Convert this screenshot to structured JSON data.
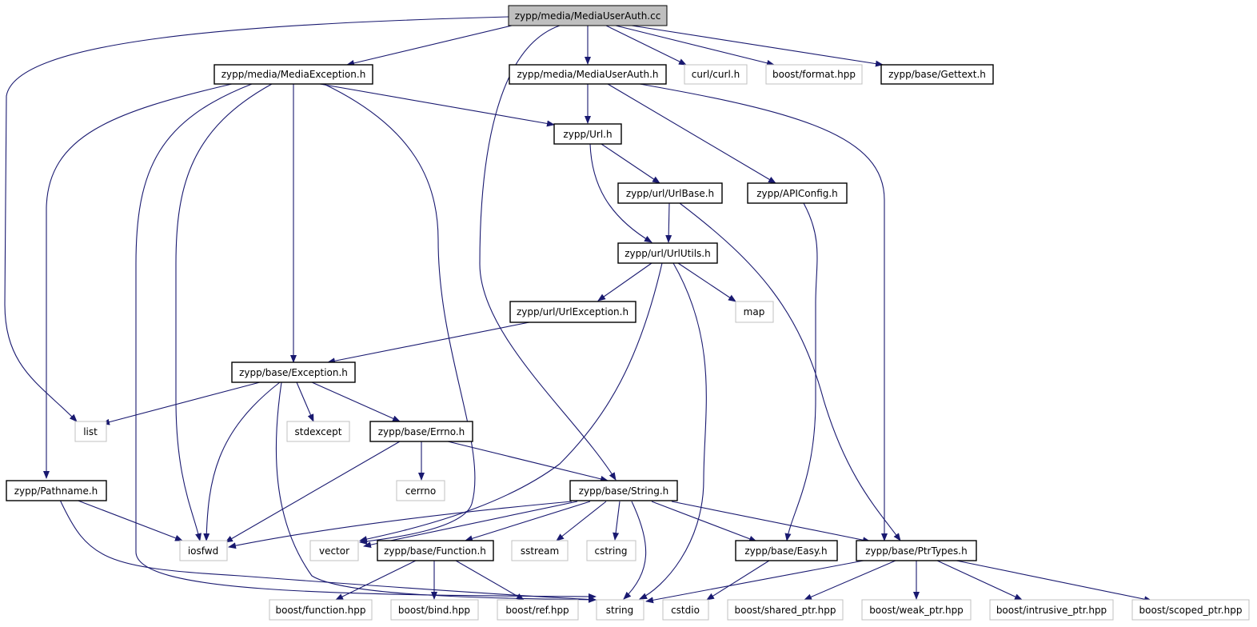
{
  "colors": {
    "edge": "#191970",
    "node_border": "#000000",
    "external_border": "#c0c0c0",
    "root_fill": "#bfbfbf",
    "node_fill": "#ffffff",
    "text": "#000000"
  },
  "nodes": {
    "n_root": "zypp/media/MediaUserAuth.cc",
    "n_mediaexc": "zypp/media/MediaException.h",
    "n_mediauserauth_h": "zypp/media/MediaUserAuth.h",
    "n_curl": "curl/curl.h",
    "n_boostformat": "boost/format.hpp",
    "n_gettext": "zypp/base/Gettext.h",
    "n_url": "zypp/Url.h",
    "n_urlbase": "zypp/url/UrlBase.h",
    "n_apiconfig": "zypp/APIConfig.h",
    "n_urlutils": "zypp/url/UrlUtils.h",
    "n_urlexc": "zypp/url/UrlException.h",
    "n_map": "map",
    "n_exception": "zypp/base/Exception.h",
    "n_list": "list",
    "n_stdexcept": "stdexcept",
    "n_errno": "zypp/base/Errno.h",
    "n_cerrno": "cerrno",
    "n_pathname": "zypp/Pathname.h",
    "n_string_h": "zypp/base/String.h",
    "n_iosfwd": "iosfwd",
    "n_vector": "vector",
    "n_function": "zypp/base/Function.h",
    "n_sstream": "sstream",
    "n_cstring": "cstring",
    "n_easy": "zypp/base/Easy.h",
    "n_ptrtypes": "zypp/base/PtrTypes.h",
    "n_boostfunction": "boost/function.hpp",
    "n_boostbind": "boost/bind.hpp",
    "n_boostref": "boost/ref.hpp",
    "n_string": "string",
    "n_cstdio": "cstdio",
    "n_sharedptr": "boost/shared_ptr.hpp",
    "n_weakptr": "boost/weak_ptr.hpp",
    "n_intrusiveptr": "boost/intrusive_ptr.hpp",
    "n_scopedptr": "boost/scoped_ptr.hpp"
  }
}
